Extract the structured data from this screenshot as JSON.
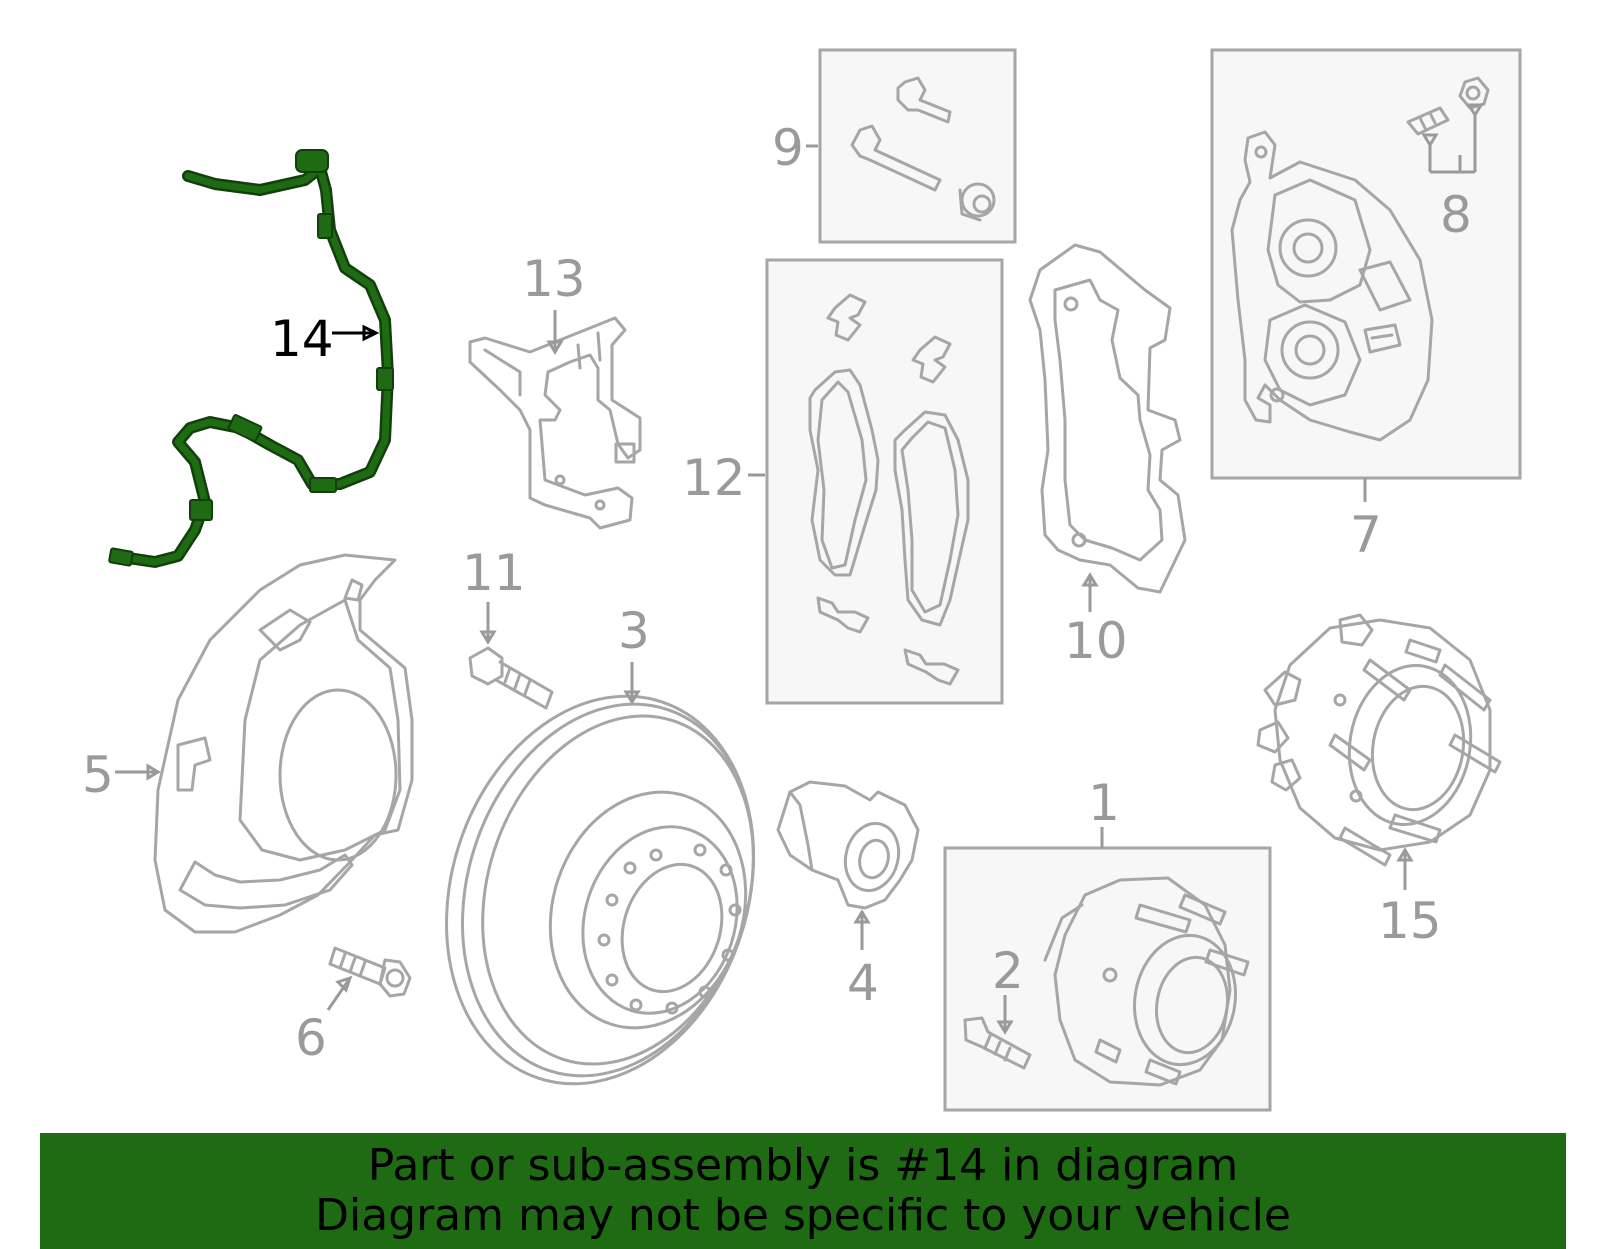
{
  "colors": {
    "highlight": "#1e6b14",
    "highlight_dark": "#123f0c",
    "banner_bg": "#1e6b14",
    "part_stroke": "#a6a6a6",
    "callout_text": "#9a9a9a",
    "box_fill": "#f7f7f7"
  },
  "callouts": {
    "c1": "1",
    "c2": "2",
    "c3": "3",
    "c4": "4",
    "c5": "5",
    "c6": "6",
    "c7": "7",
    "c8": "8",
    "c9": "9",
    "c10": "10",
    "c11": "11",
    "c12": "12",
    "c13": "13",
    "c14": "14",
    "c15": "15"
  },
  "highlighted_part": "14",
  "banner": {
    "line1": "Part or sub-assembly is #14 in diagram",
    "line2": "Diagram may not be specific to your vehicle"
  }
}
